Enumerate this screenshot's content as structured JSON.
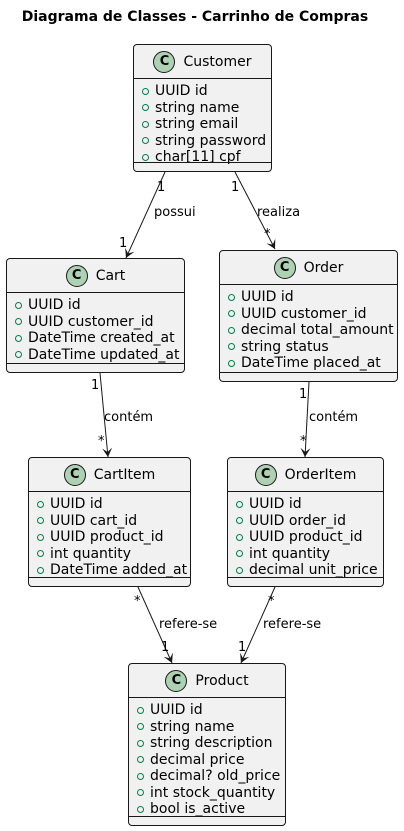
{
  "title": "Diagrama de Classes - Carrinho de Compras",
  "classes": {
    "customer": {
      "stereotype": "C",
      "name": "Customer",
      "attributes": [
        "UUID id",
        "string name",
        "string email",
        "string password",
        "char[11] cpf"
      ]
    },
    "cart": {
      "stereotype": "C",
      "name": "Cart",
      "attributes": [
        "UUID id",
        "UUID customer_id",
        "DateTime created_at",
        "DateTime updated_at"
      ]
    },
    "order": {
      "stereotype": "C",
      "name": "Order",
      "attributes": [
        "UUID id",
        "UUID customer_id",
        "decimal total_amount",
        "string status",
        "DateTime placed_at"
      ]
    },
    "cartitem": {
      "stereotype": "C",
      "name": "CartItem",
      "attributes": [
        "UUID id",
        "UUID cart_id",
        "UUID product_id",
        "int quantity",
        "DateTime added_at"
      ]
    },
    "orderitem": {
      "stereotype": "C",
      "name": "OrderItem",
      "attributes": [
        "UUID id",
        "UUID order_id",
        "UUID product_id",
        "int quantity",
        "decimal unit_price"
      ]
    },
    "product": {
      "stereotype": "C",
      "name": "Product",
      "attributes": [
        "UUID id",
        "string name",
        "string description",
        "decimal price",
        "decimal? old_price",
        "int stock_quantity",
        "bool is_active"
      ]
    }
  },
  "relations": {
    "customer_cart": {
      "label": "possui",
      "from_mult": "1",
      "to_mult": "1"
    },
    "customer_order": {
      "label": "realiza",
      "from_mult": "1",
      "to_mult": "*"
    },
    "cart_cartitem": {
      "label": "contém",
      "from_mult": "1",
      "to_mult": "*"
    },
    "order_orderitem": {
      "label": "contém",
      "from_mult": "1",
      "to_mult": "*"
    },
    "cartitem_product": {
      "label": "refere-se",
      "from_mult": "*",
      "to_mult": "1"
    },
    "orderitem_product": {
      "label": "refere-se",
      "from_mult": "*",
      "to_mult": "1"
    }
  },
  "colors": {
    "class_fill": "#f1f1f1",
    "border": "#181818",
    "badge": "#add1b2",
    "visibility": "#038048"
  }
}
